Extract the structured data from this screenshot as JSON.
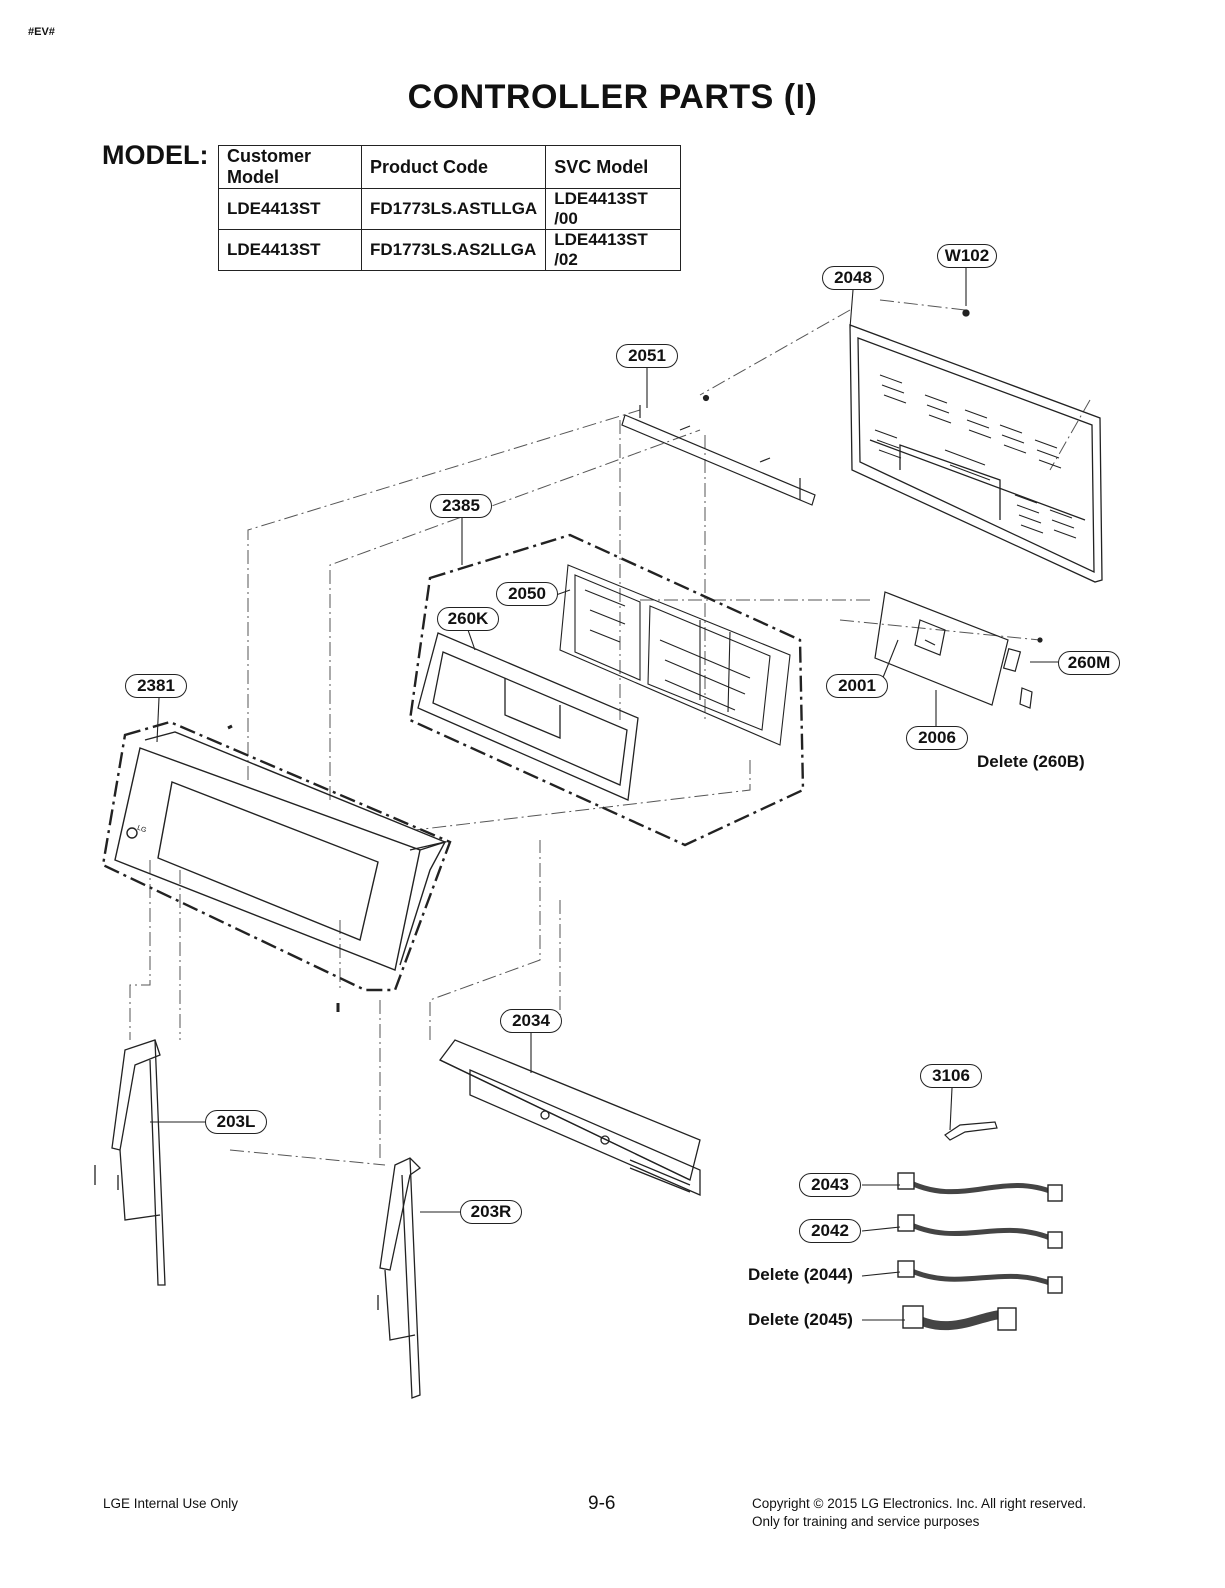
{
  "header_tag": "#EV#",
  "title": "CONTROLLER PARTS (I)",
  "model_label": "MODEL:",
  "model_table": {
    "headers": [
      "Customer Model",
      "Product Code",
      "SVC Model"
    ],
    "rows": [
      [
        "LDE4413ST",
        "FD1773LS.ASTLLGA",
        "LDE4413ST /00"
      ],
      [
        "LDE4413ST",
        "FD1773LS.AS2LLGA",
        "LDE4413ST /02"
      ]
    ]
  },
  "callouts": {
    "w102": "W102",
    "p2048": "2048",
    "p2051": "2051",
    "p2385": "2385",
    "p2050": "2050",
    "p260k": "260K",
    "p2381": "2381",
    "p2001": "2001",
    "p260m": "260M",
    "p2006": "2006",
    "p2034": "2034",
    "p203l": "203L",
    "p203r": "203R",
    "p3106": "3106",
    "p2043": "2043",
    "p2042": "2042"
  },
  "plain_labels": {
    "delete_260b": "Delete (260B)",
    "delete_2044": "Delete (2044)",
    "delete_2045": "Delete (2045)"
  },
  "panel_logo": "LG",
  "footer": {
    "left": "LGE Internal Use Only",
    "page": "9-6",
    "copyright_line1": "Copyright © 2015 LG Electronics. Inc. All right reserved.",
    "copyright_line2": "Only for training and service purposes"
  }
}
